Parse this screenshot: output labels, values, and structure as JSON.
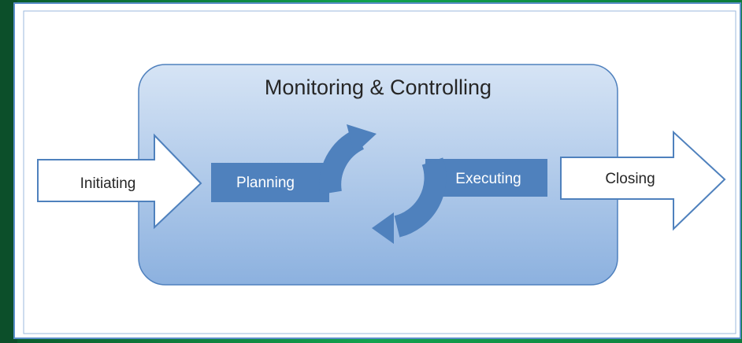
{
  "diagram": {
    "group_title": "Monitoring & Controlling",
    "nodes": {
      "initiating": "Initiating",
      "planning": "Planning",
      "executing": "Executing",
      "closing": "Closing"
    }
  },
  "colors": {
    "frame_green": "#0f8a44",
    "frame_border": "#5b8fc9",
    "group_fill_top": "#d3e2f4",
    "group_fill_bottom": "#8eb3e0",
    "group_border": "#4f80bd",
    "process_blue": "#4f81bd",
    "arrow_outline": "#4f81bd",
    "arrow_fill": "#ffffff",
    "text_dark": "#262626",
    "text_light": "#ffffff"
  }
}
